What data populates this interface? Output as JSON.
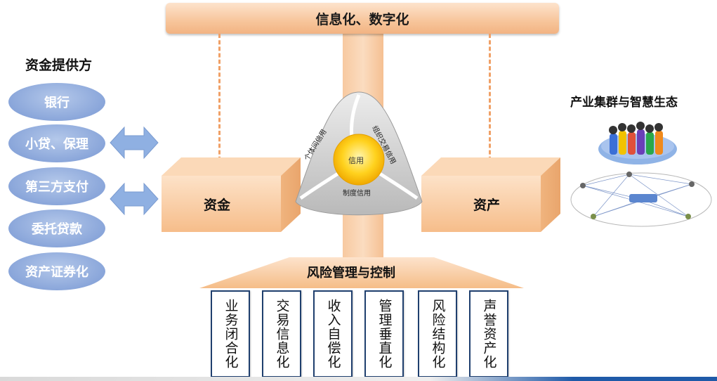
{
  "header": {
    "title": "信息化、数字化"
  },
  "left_panel": {
    "title": "资金提供方",
    "items": [
      {
        "label": "银行"
      },
      {
        "label": "小贷、保理"
      },
      {
        "label": "第三方支付"
      },
      {
        "label": "委托贷款"
      },
      {
        "label": "资产证券化"
      }
    ]
  },
  "center": {
    "funds_label": "资金",
    "assets_label": "资产",
    "credit": {
      "core": "信用",
      "personal": "个体间信用",
      "transaction": "组织交易信用",
      "institutional": "制度信用"
    }
  },
  "right_panel": {
    "title": "产业集群与智慧生态"
  },
  "risk": {
    "title": "风险管理与控制",
    "columns": [
      {
        "label": "业务闭合化"
      },
      {
        "label": "交易信息化"
      },
      {
        "label": "收入自偿化"
      },
      {
        "label": "管理垂直化"
      },
      {
        "label": "风险结构化"
      },
      {
        "label": "声誉资产化"
      }
    ]
  },
  "colors": {
    "accent_orange": "#f7c59b",
    "ellipse_blue": "#8aa6da",
    "column_border": "#1f3f6e",
    "arrow_blue": "#8fb0e2"
  }
}
